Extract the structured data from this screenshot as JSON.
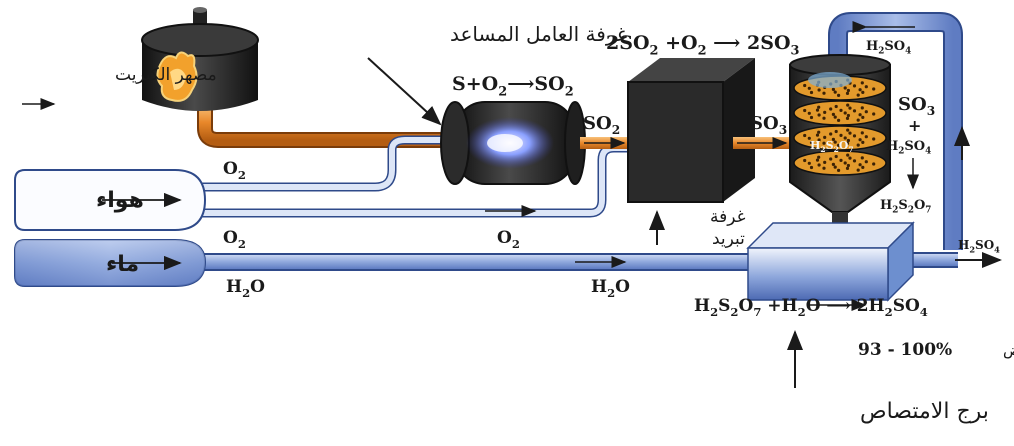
{
  "labels": {
    "sulfur_source": "مصهر الكبريت",
    "catalyst_chamber": "غرفة العامل المساعد",
    "air": "هواء",
    "water": "ماء",
    "cooling_1": "غرفة",
    "cooling_2": "تبريد",
    "absorption_tower": "برج الامتصاص",
    "acid_word": "حامض",
    "acid_conc": "93 - 100%"
  },
  "formulas": {
    "burn_reaction": [
      {
        "t": "S+O"
      },
      {
        "t": "2",
        "sub": true
      },
      {
        "t": "⟶SO"
      },
      {
        "t": "2",
        "sub": true
      }
    ],
    "oxidation_reaction": [
      {
        "t": "2SO"
      },
      {
        "t": "2",
        "sub": true
      },
      {
        "t": " +O"
      },
      {
        "t": "2",
        "sub": true
      },
      {
        "t": " ⟶ 2SO"
      },
      {
        "t": "3",
        "sub": true
      }
    ],
    "so2": [
      {
        "t": "SO"
      },
      {
        "t": "2",
        "sub": true
      }
    ],
    "so3_pipe": [
      {
        "t": "SO"
      },
      {
        "t": "3",
        "sub": true
      }
    ],
    "o2_upper": [
      {
        "t": "O"
      },
      {
        "t": "2",
        "sub": true
      }
    ],
    "o2_lower_left": [
      {
        "t": "O"
      },
      {
        "t": "2",
        "sub": true
      }
    ],
    "o2_lower_mid": [
      {
        "t": "O"
      },
      {
        "t": "2",
        "sub": true
      }
    ],
    "h2o_left": [
      {
        "t": "H"
      },
      {
        "t": "2",
        "sub": true
      },
      {
        "t": "O"
      }
    ],
    "h2o_mid": [
      {
        "t": "H"
      },
      {
        "t": "2",
        "sub": true
      },
      {
        "t": "O"
      }
    ],
    "h2so4_top": [
      {
        "t": "H"
      },
      {
        "t": "2",
        "sub": true
      },
      {
        "t": "SO"
      },
      {
        "t": "4",
        "sub": true
      }
    ],
    "h2so4_inner": [
      {
        "t": "H"
      },
      {
        "t": "2",
        "sub": true
      },
      {
        "t": "S"
      },
      {
        "t": "2",
        "sub": true
      },
      {
        "t": "O"
      },
      {
        "t": "7",
        "sub": true
      }
    ],
    "so3_side": [
      {
        "t": "SO"
      },
      {
        "t": "3",
        "sub": true
      }
    ],
    "plus_side": [
      {
        "t": "+"
      }
    ],
    "h2so4_side": [
      {
        "t": "H"
      },
      {
        "t": "2",
        "sub": true
      },
      {
        "t": "SO"
      },
      {
        "t": "4",
        "sub": true
      }
    ],
    "h2s2o7_side": [
      {
        "t": "H"
      },
      {
        "t": "2",
        "sub": true
      },
      {
        "t": "S"
      },
      {
        "t": "2",
        "sub": true
      },
      {
        "t": "O"
      },
      {
        "t": "7",
        "sub": true
      }
    ],
    "h2so4_out": [
      {
        "t": "H"
      },
      {
        "t": "2",
        "sub": true
      },
      {
        "t": "SO"
      },
      {
        "t": "4",
        "sub": true
      }
    ],
    "final_reaction": [
      {
        "t": "H"
      },
      {
        "t": "2",
        "sub": true
      },
      {
        "t": "S"
      },
      {
        "t": "2",
        "sub": true
      },
      {
        "t": "O"
      },
      {
        "t": "7",
        "sub": true
      },
      {
        "t": " +H"
      },
      {
        "t": "2",
        "sub": true
      },
      {
        "t": "O  ⟶ 2H"
      },
      {
        "t": "2",
        "sub": true
      },
      {
        "t": "SO"
      },
      {
        "t": "4",
        "sub": true
      }
    ]
  },
  "colors": {
    "pipe_blue": "#8fa9dc",
    "pipe_orange": "#e8872a",
    "tank_blue": "#6d8fcf",
    "catalyst_beads": "#e39a2c"
  }
}
